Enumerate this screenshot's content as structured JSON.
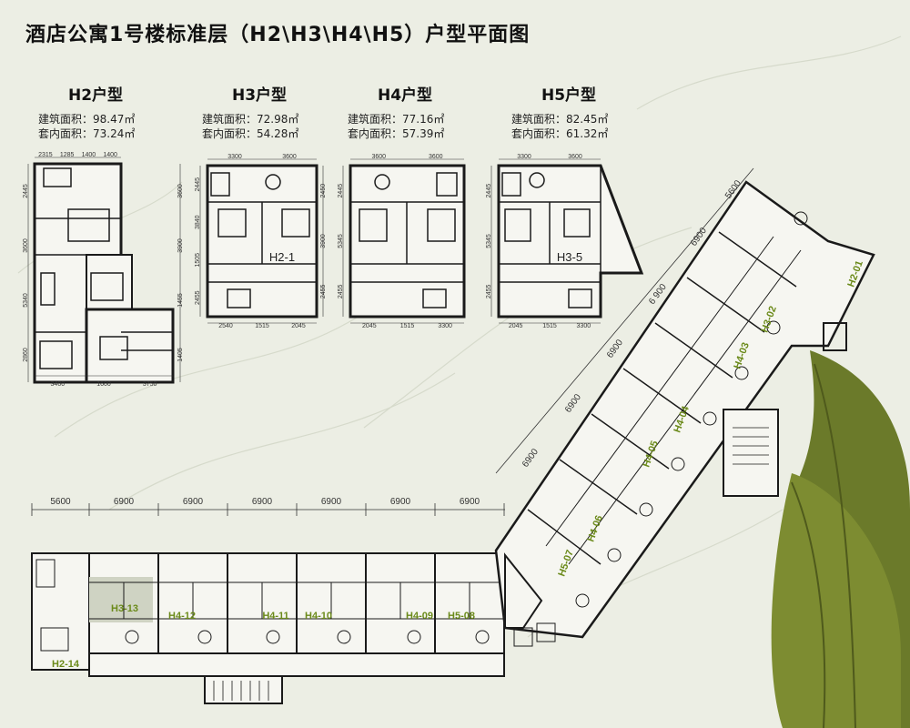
{
  "title": "酒店公寓1号楼标准层（H2\\H3\\H4\\H5）户型平面图",
  "units": [
    {
      "name": "H2户型",
      "building_area": "建筑面积：98.47㎡",
      "inner_area": "套内面积：73.24㎡",
      "dims_top": [
        "2315",
        "1285",
        "1400",
        "1400"
      ],
      "dims_bottom": [
        "3400",
        "1600",
        "3750"
      ],
      "dims_left": [
        "2445",
        "3600",
        "5340",
        "2860"
      ],
      "dims_right": [
        "3600",
        "3900",
        "1455",
        "1405"
      ]
    },
    {
      "name": "H3户型",
      "building_area": "建筑面积：72.98㎡",
      "inner_area": "套内面积：54.28㎡",
      "dims_top": [
        "3300",
        "3600"
      ],
      "dims_bottom": [
        "2540",
        "1515",
        "2045"
      ],
      "dims_left": [
        "2445",
        "3840",
        "1505",
        "2455"
      ],
      "dims_right": [
        "2450",
        "3900",
        "2455"
      ],
      "plan_label": "H2-1"
    },
    {
      "name": "H4户型",
      "building_area": "建筑面积：77.16㎡",
      "inner_area": "套内面积：57.39㎡",
      "dims_top": [
        "3600",
        "3600"
      ],
      "dims_bottom": [
        "2045",
        "1515",
        "3300"
      ],
      "dims_left": [
        "2445",
        "5345",
        "2455"
      ],
      "dims_right": []
    },
    {
      "name": "H5户型",
      "building_area": "建筑面积：82.45㎡",
      "inner_area": "套内面积：61.32㎡",
      "dims_top": [
        "3300",
        "3600"
      ],
      "dims_bottom": [
        "2045",
        "1515",
        "3300"
      ],
      "dims_left": [
        "2445",
        "5345",
        "2455"
      ],
      "dims_right": [],
      "plan_label": "H3-5"
    }
  ],
  "bottom_dims": [
    "5600",
    "6900",
    "6900",
    "6900",
    "6900",
    "6900",
    "6900"
  ],
  "wing_dims": [
    "5600",
    "6900",
    "6 900",
    "6900",
    "6900",
    "6900"
  ],
  "bottom_units": [
    "H3-13",
    "H4-12",
    "H4-11",
    "H4-10",
    "H4-09",
    "H5-08",
    "H2-14"
  ],
  "wing_units": [
    "H2-01",
    "H3-02",
    "H4-03",
    "H4-04",
    "H4-05",
    "H4-06",
    "H5-07"
  ],
  "colors": {
    "background": "#eceee4",
    "wall": "#1a1a1a",
    "label_green": "#6b8a1a",
    "leaf": "#6b7a2a"
  }
}
